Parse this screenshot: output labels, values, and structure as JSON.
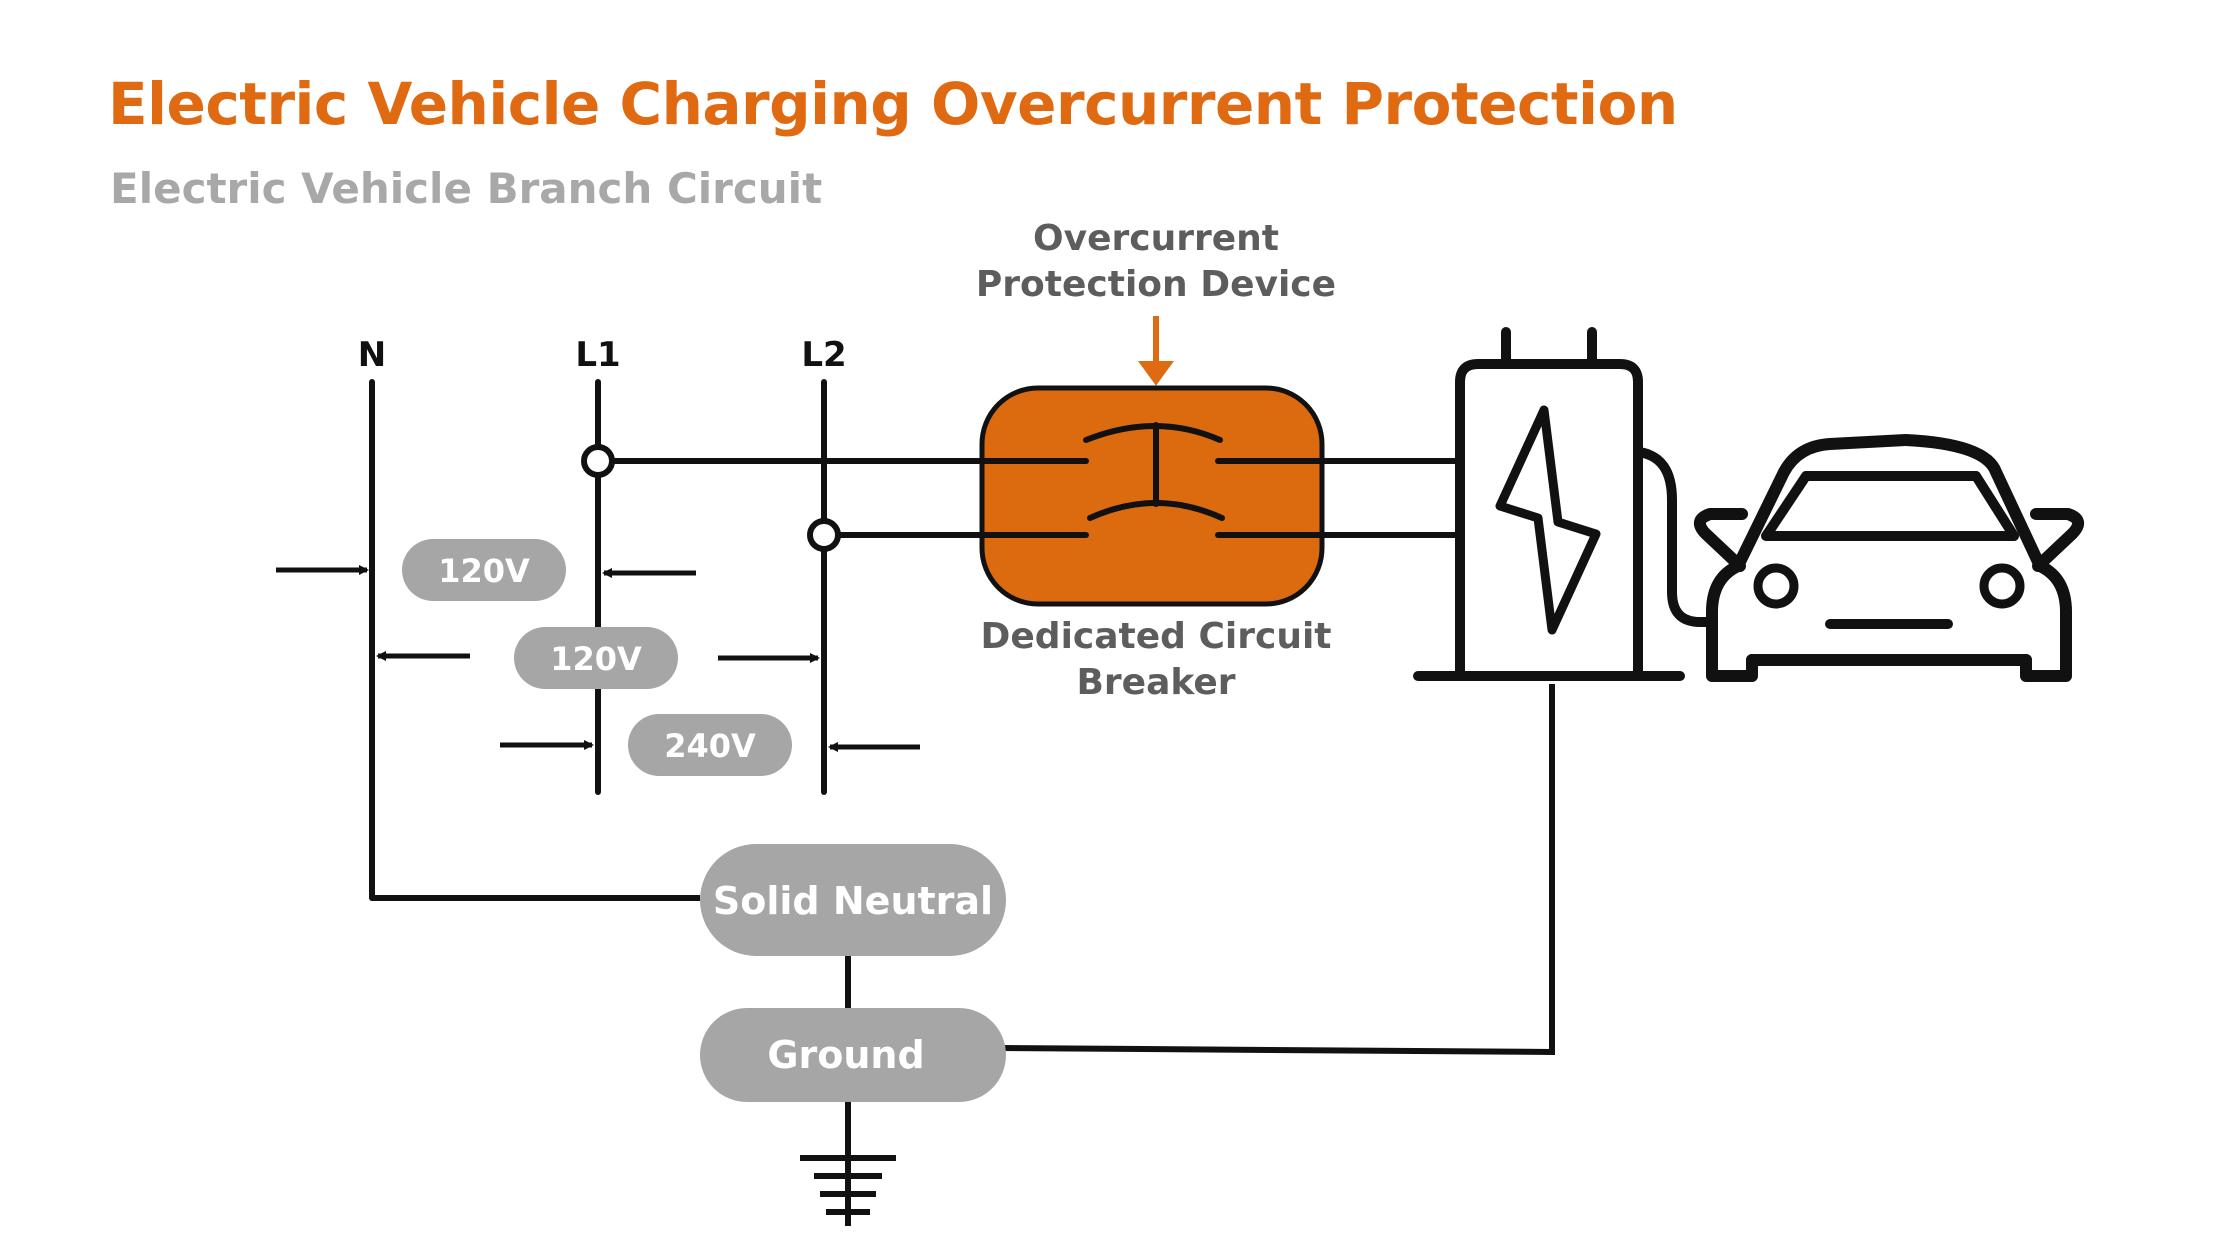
{
  "title": "Electric Vehicle Charging Overcurrent Protection",
  "subtitle": "Electric Vehicle Branch Circuit",
  "buses": {
    "n": "N",
    "l1": "L1",
    "l2": "L2"
  },
  "voltages": {
    "n_l1": "120V",
    "l1_l2": "120V",
    "n_l2": "240V"
  },
  "ocpd_label": [
    "Overcurrent",
    "Protection Device"
  ],
  "breaker_label": [
    "Dedicated Circuit",
    "Breaker"
  ],
  "neutral_label": "Solid Neutral",
  "ground_label": "Ground",
  "colors": {
    "accent": "#e06a12",
    "breaker_fill": "#dc6a0f",
    "pill": "#a6a6a6",
    "pill_text": "#ffffff",
    "label_text": "#5d5d5d",
    "line": "#111111"
  }
}
